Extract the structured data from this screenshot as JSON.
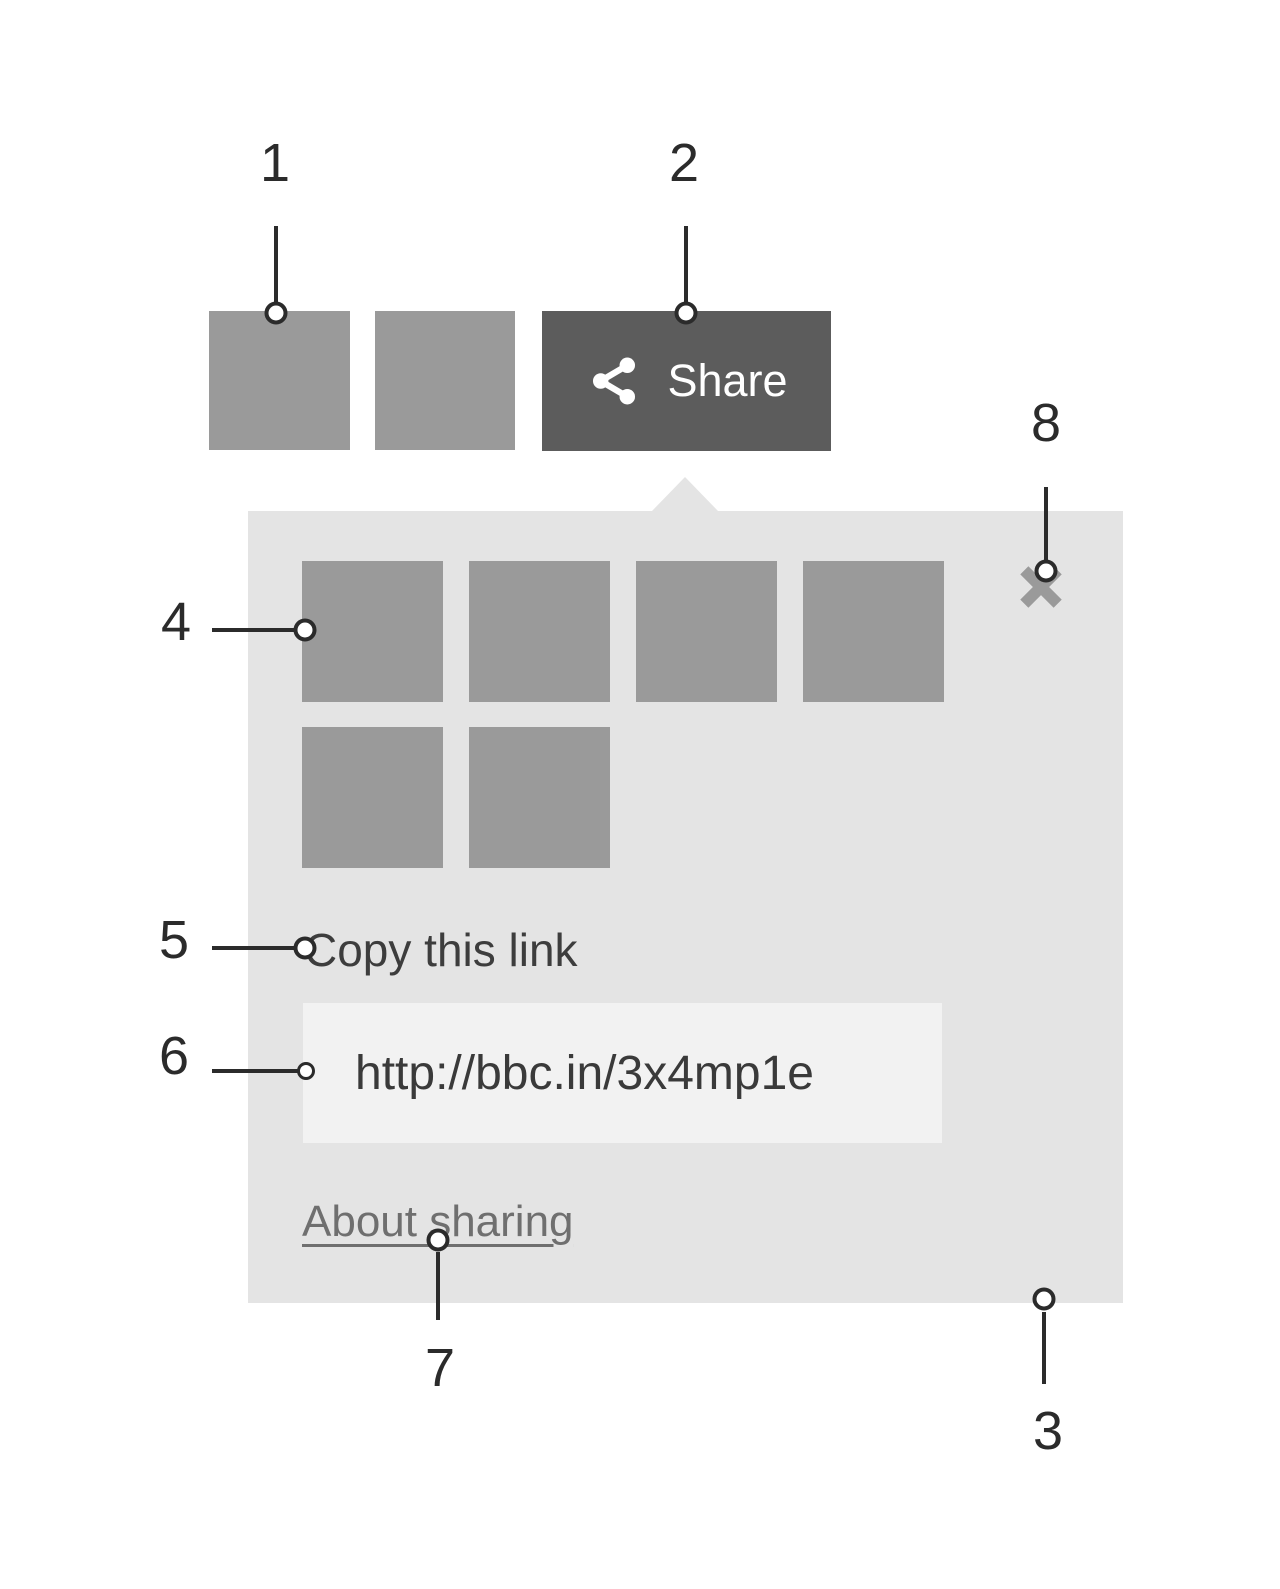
{
  "colors": {
    "page_bg": "#ffffff",
    "placeholder_gray": "#9a9a9a",
    "share_button_bg": "#5c5c5c",
    "share_button_ink": "#ffffff",
    "panel_bg": "#e4e4e4",
    "url_box_bg": "#f2f2f2",
    "callout_ink": "#2b2b2b",
    "copy_label_ink": "#3d3d3d",
    "url_ink": "#3a3a3a",
    "about_link_ink": "#6f6f6f",
    "close_icon_ink": "#9a9a9a"
  },
  "share_button": {
    "label": "Share",
    "icon": "share-icon"
  },
  "panel": {
    "close_icon": "close-icon",
    "copy_link_label": "Copy this link",
    "url_value": "http://bbc.in/3x4mp1e",
    "about_link_label": "About sharing"
  },
  "callouts": [
    "1",
    "2",
    "3",
    "4",
    "5",
    "6",
    "7",
    "8"
  ]
}
